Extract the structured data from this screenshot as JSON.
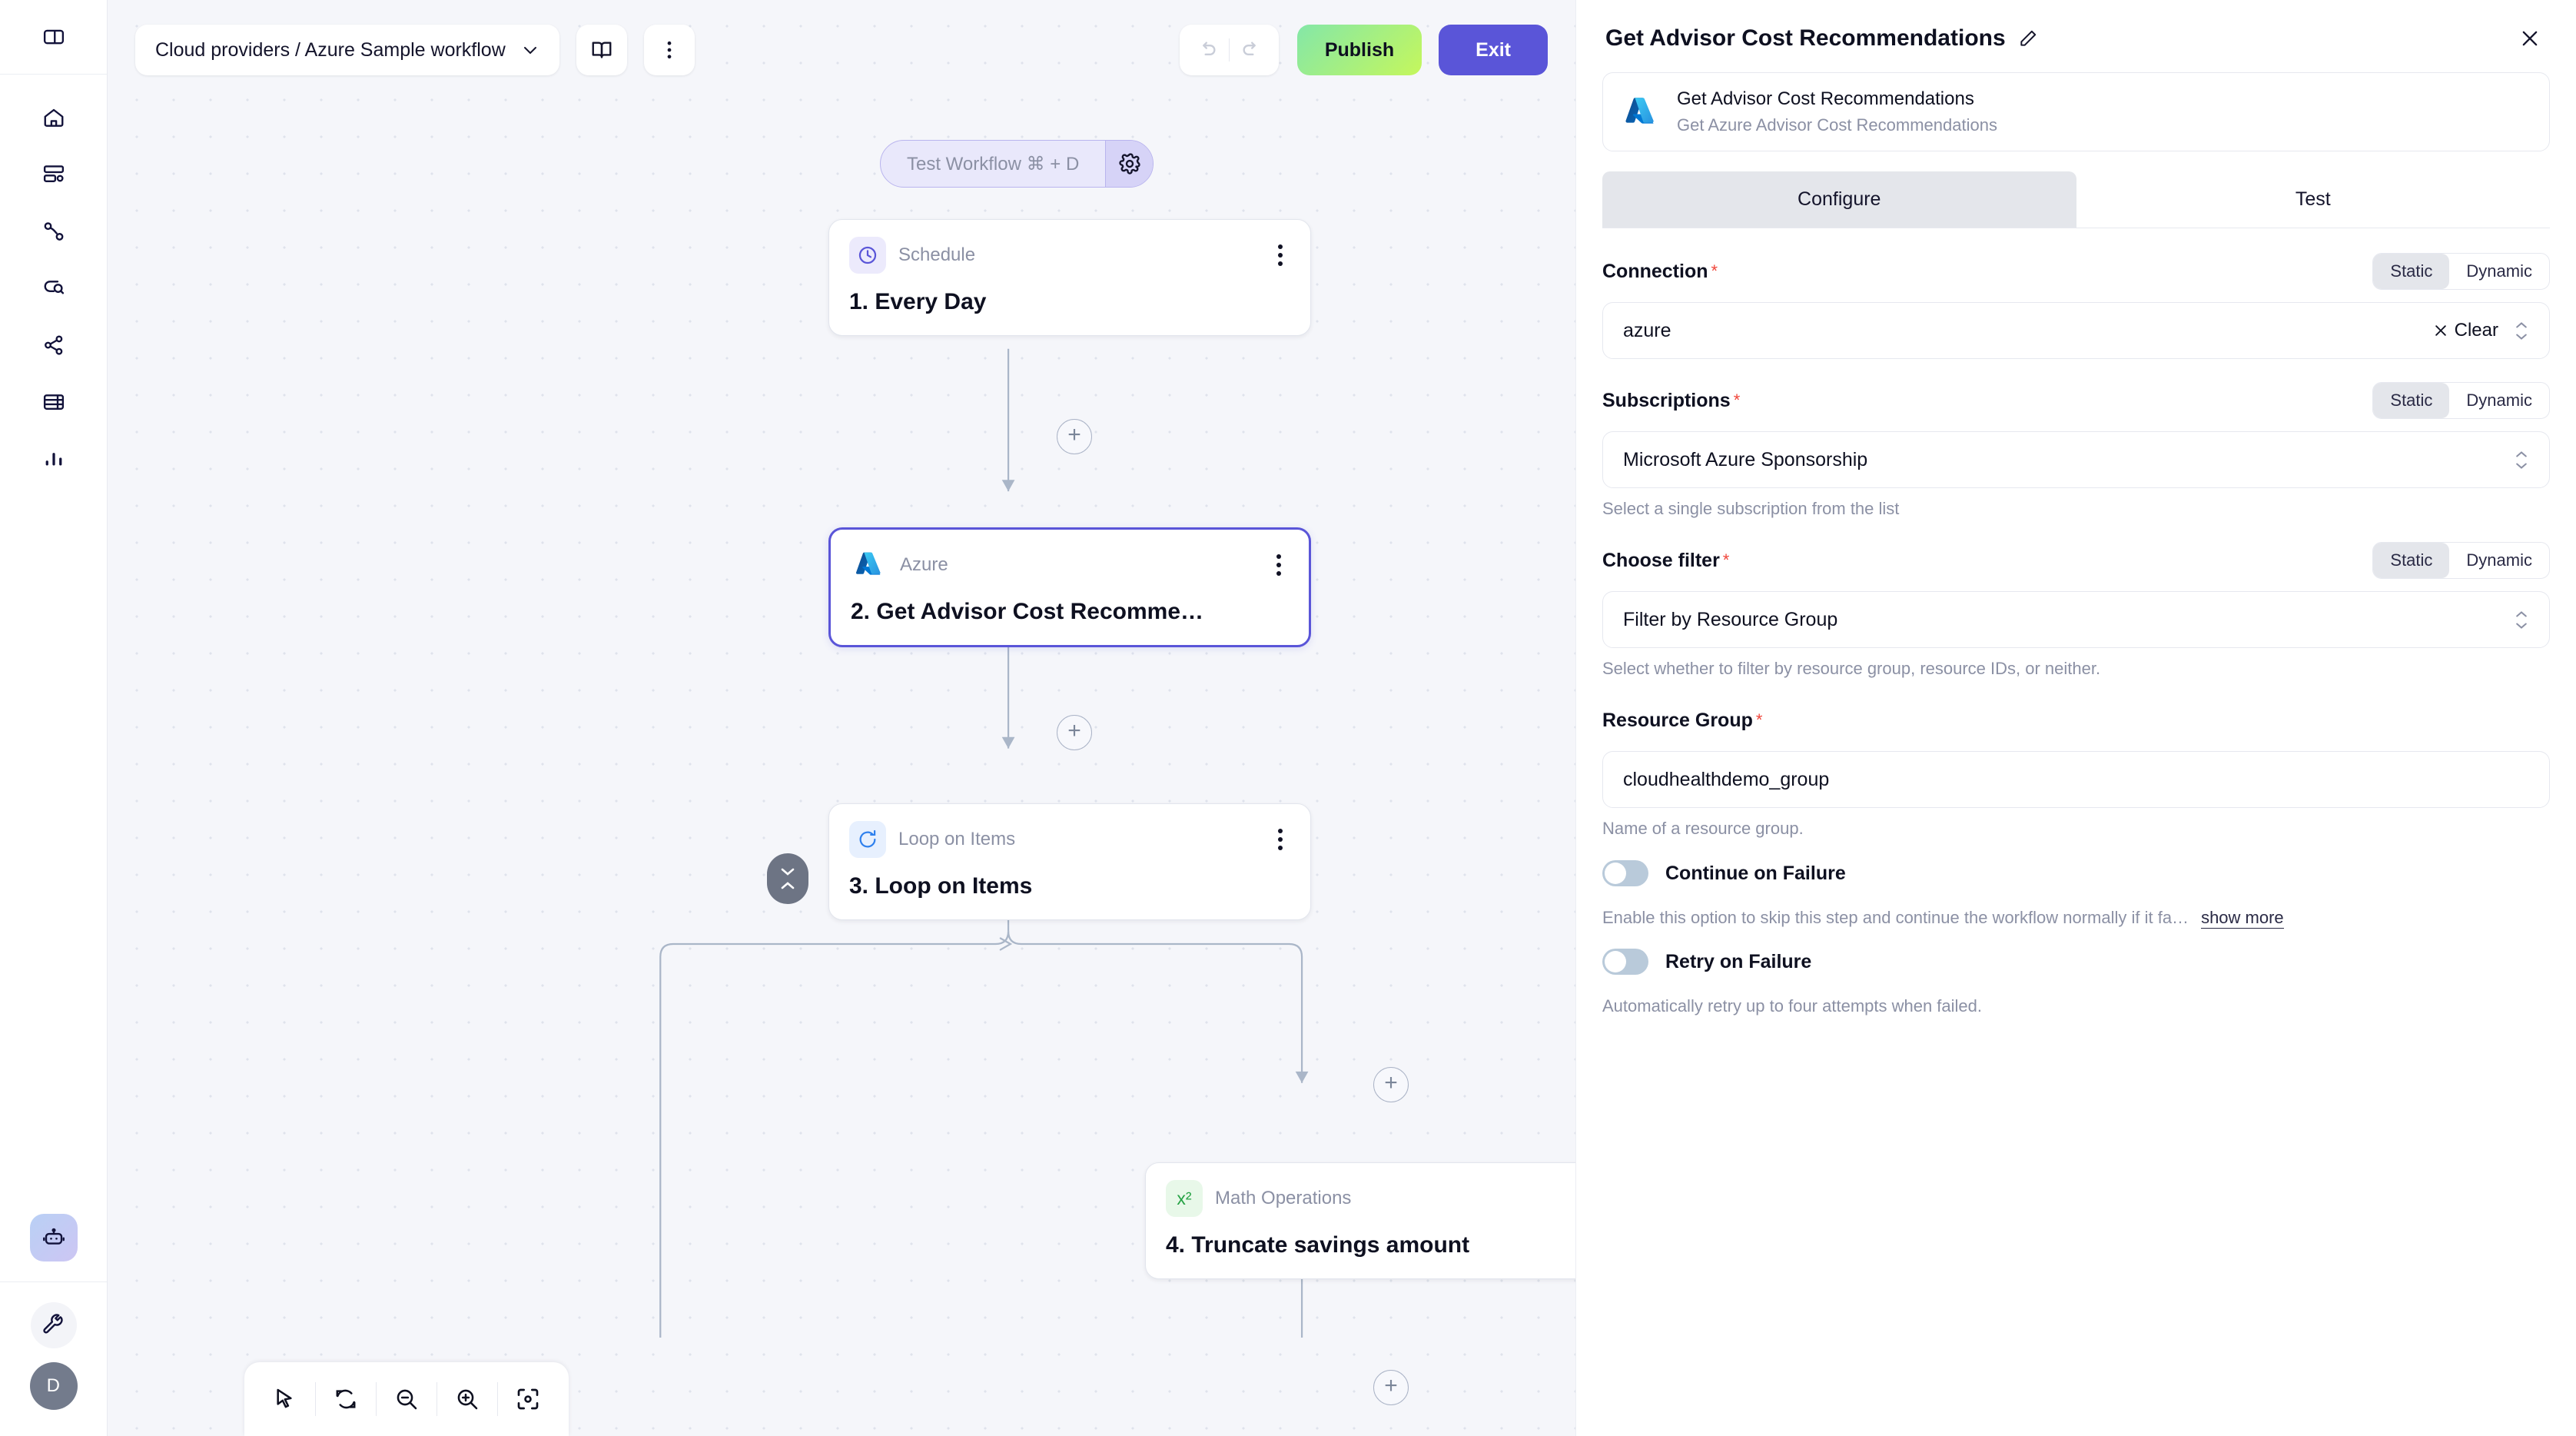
{
  "rail": {
    "panel_toggle": "panel-toggle",
    "items": [
      {
        "icon": "home-icon",
        "name": "sidebar-item-home"
      },
      {
        "icon": "dashboard-icon",
        "name": "sidebar-item-dashboard"
      },
      {
        "icon": "connections-icon",
        "name": "sidebar-item-connections"
      },
      {
        "icon": "search-logs-icon",
        "name": "sidebar-item-logs"
      },
      {
        "icon": "share-icon",
        "name": "sidebar-item-share"
      },
      {
        "icon": "table-icon",
        "name": "sidebar-item-table"
      },
      {
        "icon": "chart-icon",
        "name": "sidebar-item-analytics"
      }
    ],
    "bot_icon": "robot-icon",
    "wrench_icon": "wrench-icon",
    "avatar_initial": "D"
  },
  "toolbar": {
    "breadcrumb": "Cloud providers / Azure Sample workflow",
    "book_icon": "book-icon",
    "more_icon": "kebab-menu-icon",
    "undo_icon": "undo-icon",
    "redo_icon": "redo-icon",
    "publish_label": "Publish",
    "exit_label": "Exit"
  },
  "test_pill": {
    "label": "Test Workflow ⌘ + D",
    "gear_icon": "gear-icon"
  },
  "canvas": {
    "nodes": [
      {
        "type": "Schedule",
        "title": "1. Every Day",
        "icon": "clock-icon"
      },
      {
        "type": "Azure",
        "title": "2. Get Advisor Cost Recomme…",
        "icon": "azure-logo"
      },
      {
        "type": "Loop on Items",
        "title": "3. Loop on Items",
        "icon": "loop-icon"
      },
      {
        "type": "Math Operations",
        "title": "4. Truncate savings amount",
        "icon": "x-squared-icon"
      }
    ],
    "add_button": "+",
    "collapse_icon": "collapse-toggle-icon",
    "tools": [
      {
        "icon": "cursor-icon",
        "name": "select-tool"
      },
      {
        "icon": "reset-icon",
        "name": "reset-view-tool"
      },
      {
        "icon": "zoom-out-icon",
        "name": "zoom-out-tool"
      },
      {
        "icon": "zoom-in-icon",
        "name": "zoom-in-tool"
      },
      {
        "icon": "fit-view-icon",
        "name": "fit-view-tool"
      }
    ]
  },
  "panel": {
    "title": "Get Advisor Cost Recommendations",
    "edit_icon": "pencil-icon",
    "close_icon": "close-icon",
    "node_card": {
      "logo": "azure-logo",
      "title": "Get Advisor Cost Recommendations",
      "subtitle": "Get Azure Advisor Cost Recommendations"
    },
    "tabs": [
      {
        "label": "Configure",
        "active": true
      },
      {
        "label": "Test",
        "active": false
      }
    ],
    "segment": {
      "static": "Static",
      "dynamic": "Dynamic"
    },
    "fields": [
      {
        "label": "Connection",
        "required": "*",
        "mode": "Static",
        "value": "azure",
        "clear_label": "Clear",
        "hint": ""
      },
      {
        "label": "Subscriptions",
        "required": "*",
        "mode": "Static",
        "value": "Microsoft Azure Sponsorship",
        "hint": "Select a single subscription from the list"
      },
      {
        "label": "Choose filter",
        "required": "*",
        "mode": "Static",
        "value": "Filter by Resource Group",
        "hint": "Select whether to filter by resource group, resource IDs, or neither."
      },
      {
        "label": "Resource Group",
        "required": "*",
        "mode": "",
        "value": "cloudhealthdemo_group",
        "hint": "Name of a resource group."
      }
    ],
    "toggles": [
      {
        "label": "Continue on Failure",
        "state": "off",
        "hint": "Enable this option to skip this step and continue the workflow normally if it fa…",
        "show_more": "show more"
      },
      {
        "label": "Retry on Failure",
        "state": "off",
        "hint": "Automatically retry up to four attempts when failed.",
        "show_more": ""
      }
    ]
  },
  "colors": {
    "accent": "#5a55d8",
    "publish_from": "#84e7a8",
    "publish_to": "#c5f75c",
    "canvas_bg": "#f5f6fa",
    "required": "#f0453a"
  }
}
